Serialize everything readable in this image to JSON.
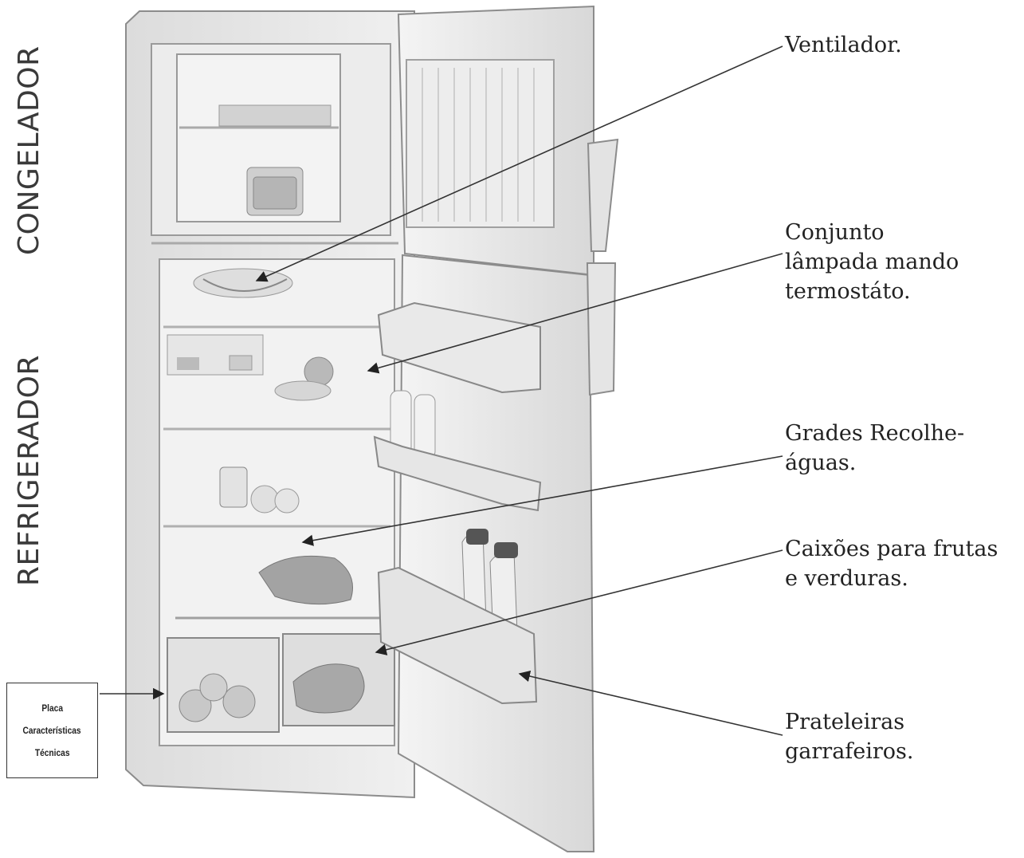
{
  "section_labels": {
    "freezer": "CONGELADOR",
    "fridge": "REFRIGERADOR"
  },
  "callouts": {
    "ventilador": [
      "Ventilador."
    ],
    "conjunto": [
      "Conjunto",
      "lâmpada mando",
      "termostáto."
    ],
    "grades": [
      "Grades Recolhe-",
      "águas."
    ],
    "caixoes": [
      "Caixões para frutas",
      "e verduras."
    ],
    "prateleiras": [
      "Prateleiras",
      "garrafeiros."
    ]
  },
  "placa": [
    "Placa",
    "Características",
    "Técnicas"
  ],
  "colors": {
    "fridge_body": "#e9e9e9",
    "interior": "#f1f1f1",
    "outline": "#8c8c8c",
    "leader_line": "#333333",
    "text": "#222222"
  }
}
